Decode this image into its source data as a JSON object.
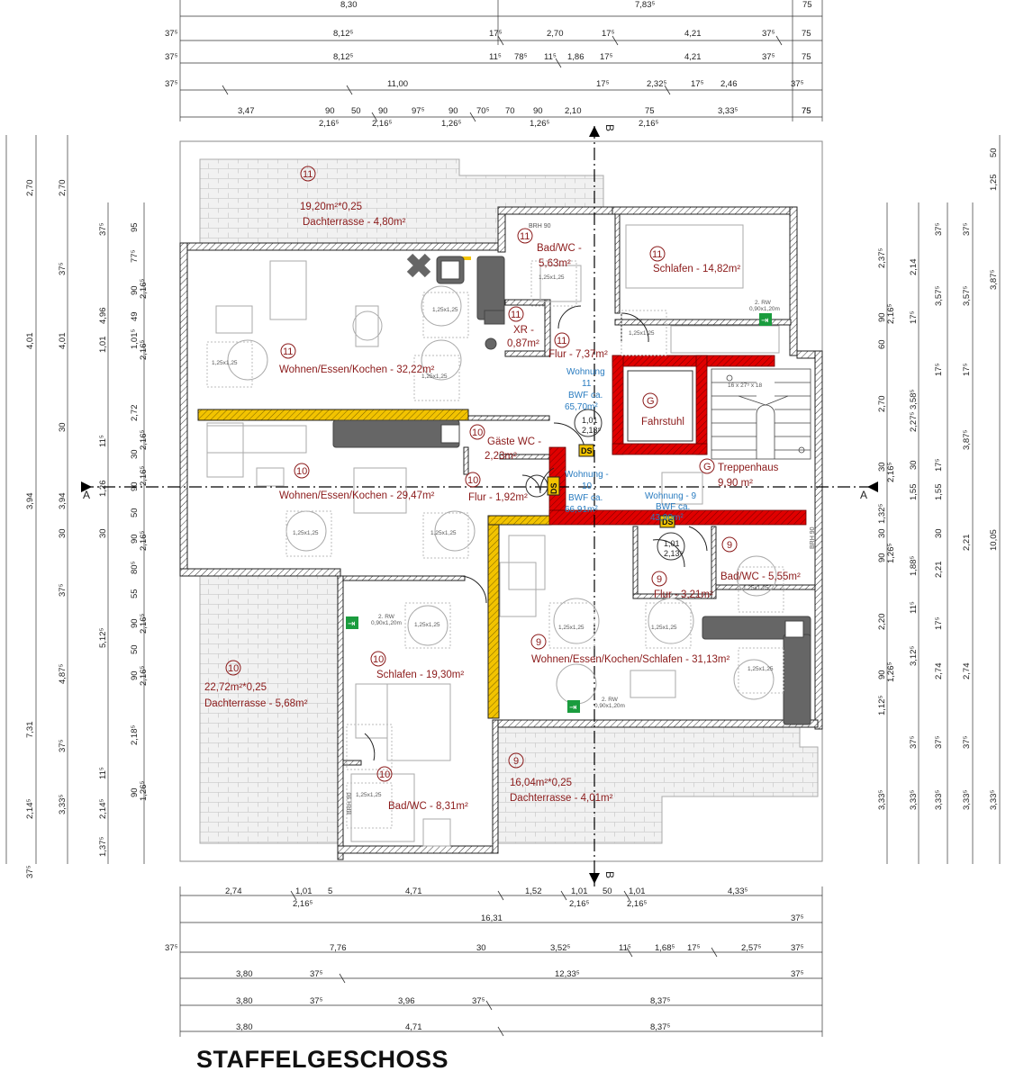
{
  "title": "STAFFELGESCHOSS",
  "section_marks": {
    "a": "A",
    "b": "B"
  },
  "dims_top": {
    "row0": [
      "8,30",
      "7,83⁵",
      "75"
    ],
    "row1": [
      "37⁵",
      "8,12⁵",
      "17⁵",
      "2,70",
      "17⁵",
      "4,21",
      "37⁵",
      "75"
    ],
    "row2": [
      "37⁵",
      "8,12⁵",
      "11⁵",
      "78⁵",
      "11⁵",
      "1,86",
      "17⁵",
      "4,21",
      "37⁵",
      "75"
    ],
    "row3": [
      "37⁵",
      "11,00",
      "17⁵",
      "2,32⁵",
      "17⁵",
      "2,46",
      "37⁵",
      "75"
    ],
    "row4_top": [
      "3,47",
      "90",
      "50",
      "90",
      "97⁵",
      "90",
      "70⁵",
      "70",
      "90",
      "2,10",
      "75",
      "3,33⁵",
      "75"
    ],
    "row4_bottom": [
      "2,16⁵",
      "2,16⁵",
      "1,26⁵",
      "1,26⁵",
      "2,16⁵"
    ]
  },
  "dims_bottom": {
    "row1_top": [
      "2,74",
      "1,01",
      "5",
      "4,71",
      "1,52",
      "1,01",
      "50",
      "1,01",
      "4,33⁵"
    ],
    "row1_bottom": [
      "2,16⁵",
      "2,16⁵",
      "2,16⁵"
    ],
    "row2": [
      "16,31",
      "37⁵"
    ],
    "row3": [
      "37⁵",
      "7,76",
      "30",
      "3,52⁵",
      "11⁵",
      "1,68⁵",
      "17⁵",
      "2,57⁵",
      "37⁵"
    ],
    "row4": [
      "3,80",
      "37⁵",
      "12,33⁵",
      "37⁵"
    ],
    "row5": [
      "3,80",
      "37⁵",
      "3,96",
      "37⁵",
      "8,37⁵"
    ],
    "row6": [
      "3,80",
      "4,71",
      "8,37⁵"
    ]
  },
  "dims_left": {
    "col1": [
      "2,70",
      "4,01",
      "3,94",
      "7,31",
      "2,14⁵",
      "37⁵"
    ],
    "col2": [
      "2,70",
      "37⁵",
      "4,01",
      "30",
      "3,94",
      "30",
      "37⁵",
      "4,87⁵",
      "37⁵",
      "3,33⁵"
    ],
    "col3": [
      "37⁵",
      "4,96",
      "1,01",
      "11⁵",
      "1,26",
      "30",
      "5,12⁵",
      "11⁵",
      "2,14⁵",
      "1,37⁵"
    ],
    "col4": [
      "95",
      "77⁵",
      "90",
      "49",
      "1,01⁵",
      "2,72",
      "30",
      "90",
      "50",
      "90",
      "80⁵",
      "55",
      "90",
      "50",
      "90",
      "2,18⁵",
      "90"
    ],
    "col4b": [
      "2,16⁵",
      "2,16⁵",
      "2,16⁵",
      "2,16⁵",
      "2,16⁵",
      "2,16⁵",
      "2,16⁵",
      "1,26⁵"
    ]
  },
  "dims_right": {
    "col1": [
      "2,37⁵",
      "90",
      "60",
      "2,70",
      "30",
      "30",
      "1,32⁵",
      "90",
      "2,20",
      "90",
      "1,12⁵",
      "3,33⁵"
    ],
    "col1b": [
      "2,16⁵",
      "2,16⁵",
      "1,26⁵",
      "1,26⁵"
    ],
    "col2": [
      "2,14",
      "17⁵",
      "3,58⁵",
      "2,27⁵",
      "30",
      "1,55",
      "1,88⁵",
      "11⁵",
      "3,12⁵",
      "37⁵",
      "3,33⁵"
    ],
    "col3": [
      "37⁵",
      "3,57⁵",
      "17⁵",
      "17⁵",
      "1,55",
      "30",
      "2,21",
      "17⁵",
      "2,74",
      "37⁵",
      "3,33⁵"
    ],
    "col4": [
      "50",
      "1,25",
      "3,87⁵",
      "3,87⁵",
      "10,05",
      "3,33⁵"
    ]
  },
  "units": {
    "u11": {
      "number": "11",
      "wohnung": [
        "Wohnung",
        "11"
      ],
      "bwf": [
        "BWF ca.",
        "65,70m²"
      ]
    },
    "u10": {
      "number": "10",
      "wohnung": [
        "Wohnung -",
        "10"
      ],
      "bwf": [
        "BWF ca.",
        "66,91m²"
      ]
    },
    "u9": {
      "number": "9",
      "wohnung": [
        "Wohnung - 9"
      ],
      "bwf": [
        "BWF ca.",
        "43,90m²"
      ]
    }
  },
  "rooms": {
    "terrace11": [
      "19,20m²*0,25",
      "Dachterrasse  - 4,80m²"
    ],
    "bad11": [
      "Bad/WC -",
      "5,63m²"
    ],
    "schlafen11": "Schlafen - 14,82m²",
    "xr11": [
      "XR -",
      "0,87m²"
    ],
    "flur11": "Flur - 7,37m²",
    "wohnen11": "Wohnen/Essen/Kochen - 32,22m²",
    "fahrstuhl": "Fahrstuhl",
    "treppenhaus": [
      "Treppenhaus",
      "9,90 m²"
    ],
    "gaeste10": [
      "Gäste WC -",
      "2,23m²"
    ],
    "wohnen10": "Wohnen/Essen/Kochen - 29,47m²",
    "flur10": "Flur - 1,92m²",
    "bad9": "Bad/WC - 5,55m²",
    "flur9": "Flur - 3,21m²",
    "wohnen9": "Wohnen/Essen/Kochen/Schlafen - 31,13m²",
    "schlafen10": "Schlafen - 19,30m²",
    "terrace10": [
      "22,72m²*0,25",
      "Dachterrasse   - 5,68m²"
    ],
    "terrace9": [
      "16,04m²*0,25",
      "Dachterrasse   - 4,01m²"
    ],
    "bad10": "Bad/WC - 8,31m²"
  },
  "marks": {
    "g": "G",
    "ds": "DS",
    "brh": "BRH 90",
    "rw": [
      "2. RW",
      "0,90x1,20m"
    ],
    "door": [
      "1,01",
      "2,13⁵"
    ],
    "stairs": "16 x 27⁵ x 18",
    "grid": "1,25x1,25"
  }
}
